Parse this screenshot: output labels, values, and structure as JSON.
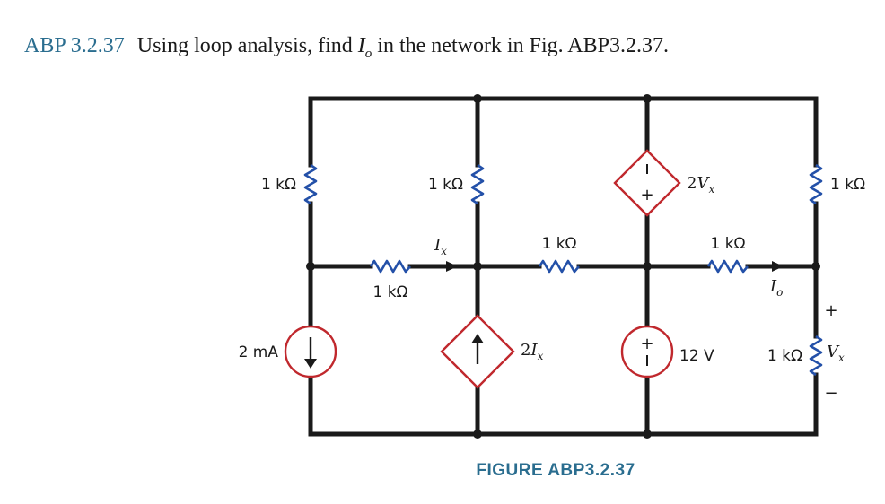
{
  "problem": {
    "number": "ABP 3.2.37",
    "text_before": "Using loop analysis, find",
    "var_main": "I",
    "var_sub": "o",
    "text_after": "in the network in Fig. ABP3.2.37."
  },
  "caption": "FIGURE ABP3.2.37",
  "circuit": {
    "labels": {
      "r_left_top": "1 kΩ",
      "r_mid_top": "1 kΩ",
      "r_right_top": "1 kΩ",
      "r_h_left": "1 kΩ",
      "r_h_mid": "1 kΩ",
      "r_h_right": "1 kΩ",
      "r_right_bottom": "1 kΩ",
      "current_source": "2 mA",
      "dep_current": "2",
      "dep_current_var": "I",
      "dep_current_sub": "x",
      "dep_voltage": "2",
      "dep_voltage_var": "V",
      "dep_voltage_sub": "x",
      "voltage_source": "12 V",
      "ix_var": "I",
      "ix_sub": "x",
      "io_var": "I",
      "io_sub": "o",
      "vx_var": "V",
      "vx_sub": "x",
      "plus": "+",
      "minus": "−"
    },
    "colors": {
      "wire": "#1a1a1a",
      "resistor": "#2350a8",
      "source": "#c0282d",
      "accent": "#2a6d8f"
    }
  }
}
